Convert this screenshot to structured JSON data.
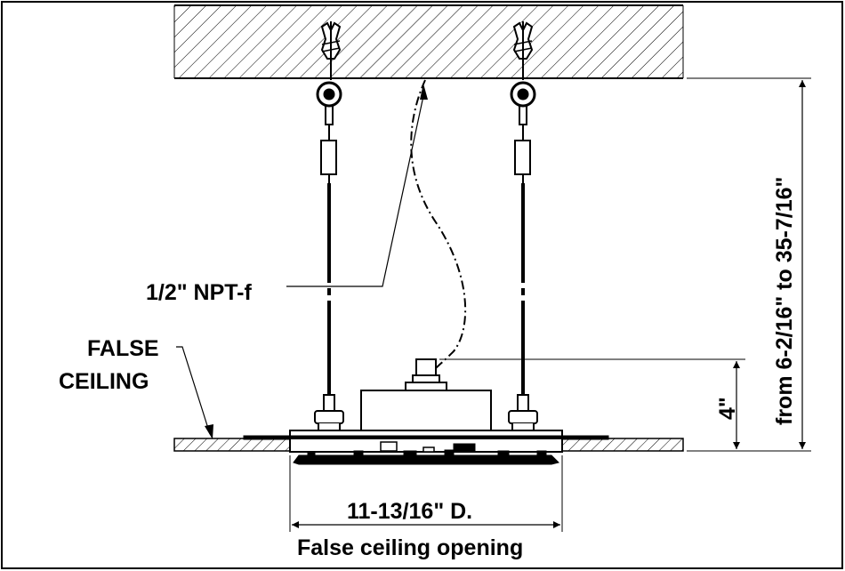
{
  "labels": {
    "npt": "1/2\" NPT-f",
    "false_ceiling_line1": "FALSE",
    "false_ceiling_line2": "CEILING",
    "height_small": "4\"",
    "height_range": "from 6-2/16\" to 35-7/16\"",
    "diameter": "11-13/16\" D.",
    "opening": "False ceiling opening"
  },
  "colors": {
    "ink": "#000000",
    "background": "#ffffff"
  }
}
